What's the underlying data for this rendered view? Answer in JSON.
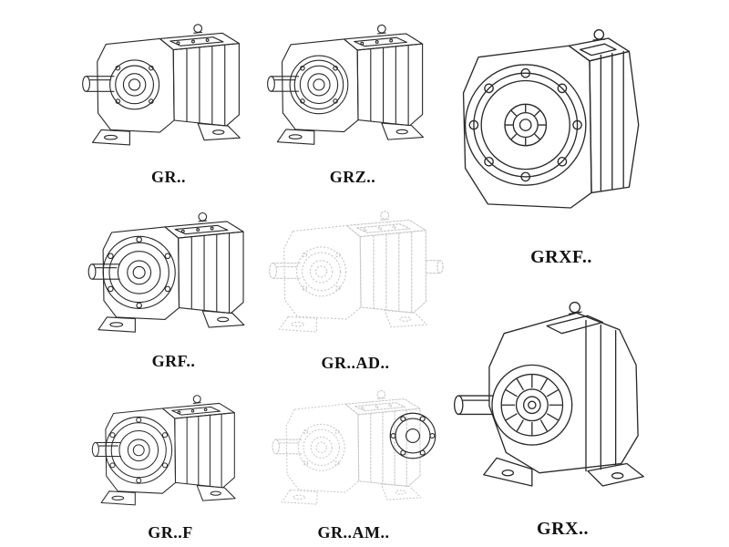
{
  "colors": {
    "background": "#ffffff",
    "line": "#2a2a2a",
    "ghost_line": "#c9c9c9",
    "label": "#111111"
  },
  "figures": [
    {
      "id": "gr",
      "label": "GR..",
      "style": "solid"
    },
    {
      "id": "grz",
      "label": "GRZ..",
      "style": "solid"
    },
    {
      "id": "grxf",
      "label": "GRXF..",
      "style": "solid"
    },
    {
      "id": "grf",
      "label": "GRF..",
      "style": "solid"
    },
    {
      "id": "gr-ad",
      "label": "GR..AD..",
      "style": "ghost"
    },
    {
      "id": "gr-f",
      "label": "GR..F",
      "style": "solid"
    },
    {
      "id": "gr-am",
      "label": "GR..AM..",
      "style": "ghost"
    },
    {
      "id": "grx",
      "label": "GRX..",
      "style": "solid"
    }
  ]
}
